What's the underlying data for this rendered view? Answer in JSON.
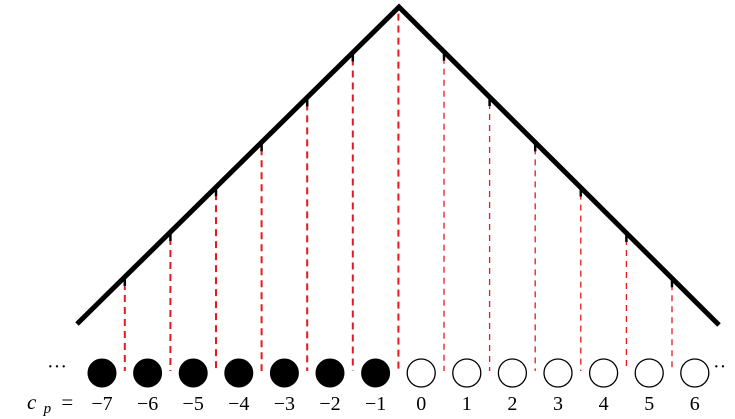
{
  "diagram": {
    "ellipsis_left": "···",
    "ellipsis_right": "··",
    "cp_symbol": "c",
    "cp_subscript": "p",
    "cp_equals": "=",
    "sites": [
      {
        "label": "−7",
        "filled": true
      },
      {
        "label": "−6",
        "filled": true
      },
      {
        "label": "−5",
        "filled": true
      },
      {
        "label": "−4",
        "filled": true
      },
      {
        "label": "−3",
        "filled": true
      },
      {
        "label": "−2",
        "filled": true
      },
      {
        "label": "−1",
        "filled": true
      },
      {
        "label": "0",
        "filled": false
      },
      {
        "label": "1",
        "filled": false
      },
      {
        "label": "2",
        "filled": false
      },
      {
        "label": "3",
        "filled": false
      },
      {
        "label": "4",
        "filled": false
      },
      {
        "label": "5",
        "filled": false
      },
      {
        "label": "6",
        "filled": false
      }
    ],
    "colors": {
      "outline": "#000000",
      "dashed": "#e8191e",
      "particle": "#000000",
      "hole_fill": "#ffffff"
    }
  }
}
